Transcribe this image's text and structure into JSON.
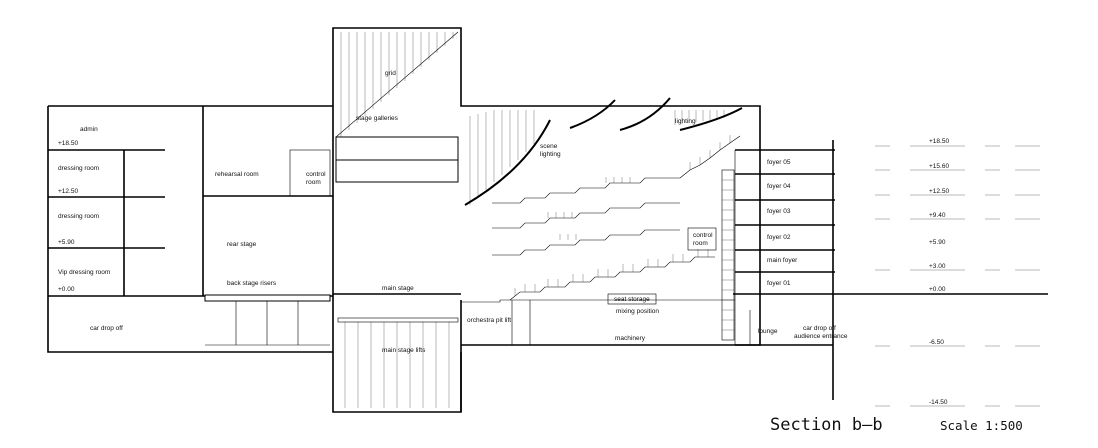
{
  "title": "Section b–b",
  "scale": "Scale 1:500",
  "rooms": {
    "admin": "admin",
    "dressing_room_1": "dressing room",
    "dressing_room_2": "dressing room",
    "vip_dressing_room": "Vip dressing room",
    "car_drop_off": "car drop off",
    "rehearsal_room": "rehearsal room",
    "control_room_1_a": "control",
    "control_room_1_b": "room",
    "rear_stage": "rear stage",
    "back_stage_risers": "back stage risers",
    "grid": "grid",
    "stage_galleries": "stage galleries",
    "main_stage": "main stage",
    "main_stage_lifts": "main stage lifts",
    "orchestra_pit_lift": "orchestra pit lift",
    "scene_lighting_a": "scene",
    "scene_lighting_b": "lighting",
    "lighting": "lighting",
    "control_room_2_a": "control",
    "control_room_2_b": "room",
    "seat_storage": "seat storage",
    "mixing_position": "mixing position",
    "machinery": "machinery",
    "foyer_05": "foyer 05",
    "foyer_04": "foyer 04",
    "foyer_03": "foyer 03",
    "foyer_02": "foyer 02",
    "main_foyer": "main foyer",
    "foyer_01": "foyer 01",
    "lounge": "lounge",
    "car_drop_off_audience_a": "car drop off",
    "car_drop_off_audience_b": "audience entrance"
  },
  "levels_left": [
    "+18.50",
    "+12.50",
    "+5.90",
    "+0.00"
  ],
  "levels_right": [
    "+18.50",
    "+15.60",
    "+12.50",
    "+9.40",
    "+5.90",
    "+3.00",
    "+0.00",
    "-6.50",
    "-14.50"
  ]
}
